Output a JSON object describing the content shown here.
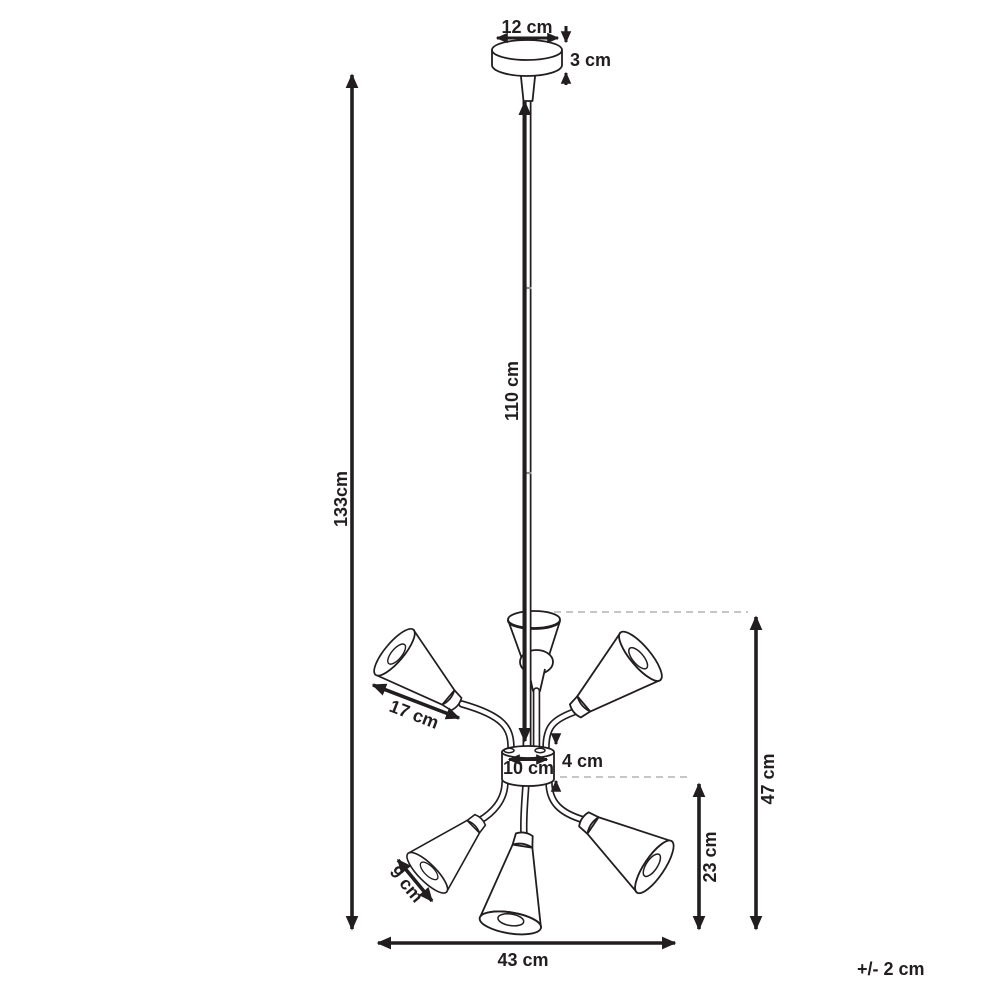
{
  "diagram": {
    "unit": "cm",
    "labels": {
      "overall_height": "133cm",
      "canopy_width": "12 cm",
      "canopy_height": "3 cm",
      "rod_length": "110 cm",
      "upper_shade_length": "17 cm",
      "hub_diameter": "10 cm",
      "hub_height": "4 cm",
      "shade_cluster_height": "47 cm",
      "lower_cluster_height": "23 cm",
      "fixture_width": "43 cm",
      "lower_shade_length": "9 cm",
      "tolerance": "+/- 2 cm"
    },
    "colors": {
      "line": "#221e1f",
      "dashed_guide": "#b4b4b4",
      "background": "#ffffff"
    }
  }
}
